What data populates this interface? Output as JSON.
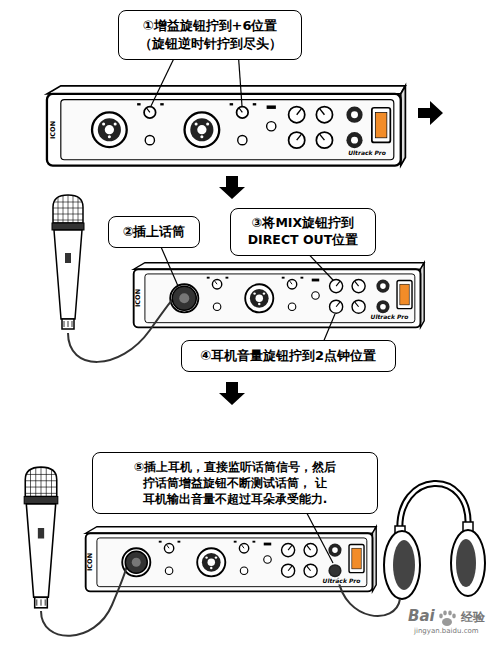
{
  "diagram": {
    "nodes": [
      {
        "text": [
          "①增益旋钮拧到+6位置 （旋钮逆时针拧到尽头）"
        ]
      },
      {
        "text": [
          "②插上话筒"
        ]
      },
      {
        "text": [
          "③将MIX旋钮拧到 DIRECT OUT位置"
        ]
      },
      {
        "text": [
          "④耳机音量旋钮拧到2点钟位置"
        ]
      },
      {
        "text": [
          "⑤插上耳机，直接监听话筒信号，然后 拧话筒增益旋钮不断测试话筒， 让 耳机输出音量不超过耳朵承受能力."
        ]
      }
    ],
    "labels": [
      "ICON",
      "Ultrack Pro",
      "ICON",
      "Ultrack Pro",
      "ICON",
      "Ultrack Pro",
      "Bai",
      "经验",
      "jingyan.baidu.com"
    ]
  }
}
